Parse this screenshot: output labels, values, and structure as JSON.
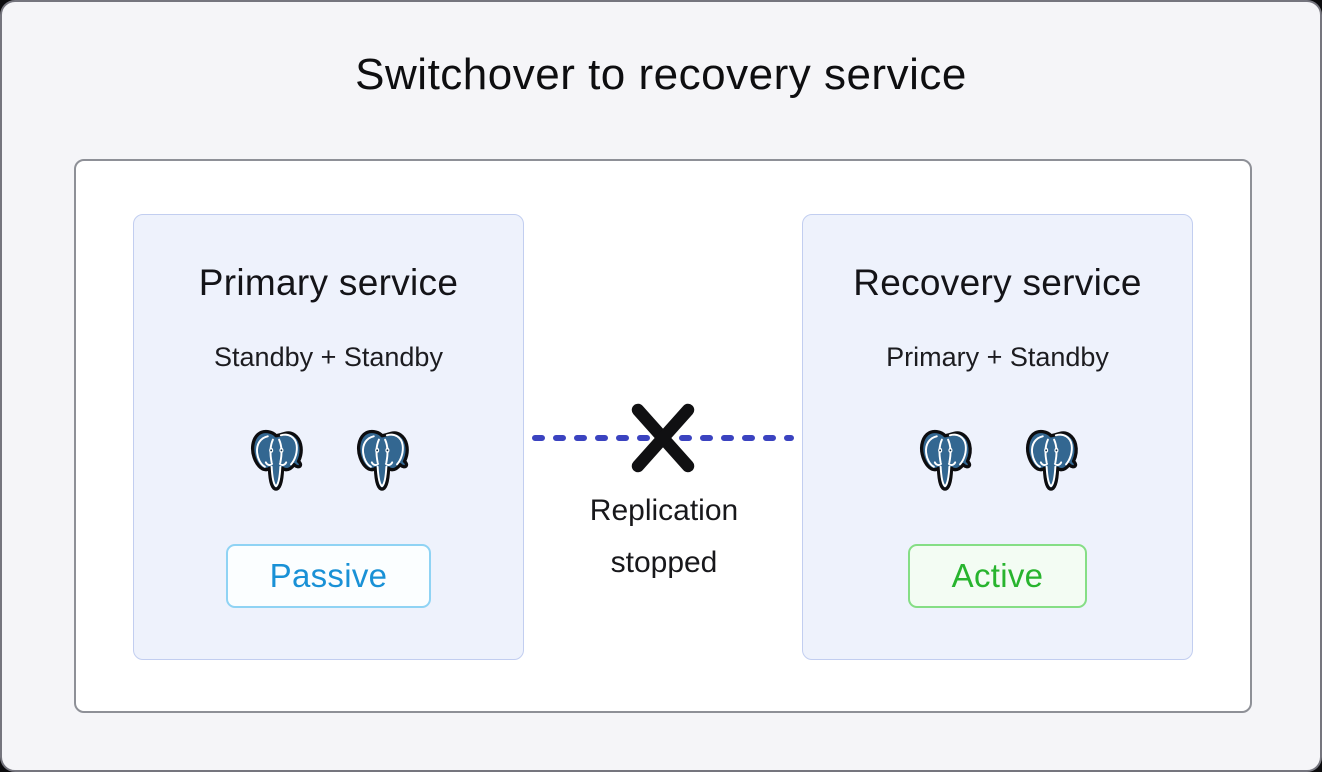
{
  "title": "Switchover to recovery service",
  "services": [
    {
      "id": "primary",
      "title": "Primary service",
      "subtitle": "Standby + Standby",
      "status": "Passive",
      "status_type": "passive",
      "node_count": 2,
      "node_icon": "postgresql-elephant-icon"
    },
    {
      "id": "recovery",
      "title": "Recovery service",
      "subtitle": "Primary + Standby",
      "status": "Active",
      "status_type": "active",
      "node_count": 2,
      "node_icon": "postgresql-elephant-icon"
    }
  ],
  "connector": {
    "label_line1": "Replication",
    "label_line2": "stopped",
    "icon": "x-mark-icon",
    "line_style": "dashed"
  },
  "colors": {
    "canvas_bg": "#f5f5f8",
    "canvas_border": "#75757e",
    "stage_bg": "#ffffff",
    "stage_border": "#8e9097",
    "card_bg": "#eef2fc",
    "card_border": "#c2cef0",
    "dash_line": "#3b43c0",
    "x_mark": "#101012",
    "passive_text": "#1991d6",
    "passive_border": "#8fd3f4",
    "passive_bg": "#fbfeff",
    "active_text": "#28b42e",
    "active_border": "#85de85",
    "active_bg": "#f3fcf3",
    "postgres_blue": "#336791"
  }
}
